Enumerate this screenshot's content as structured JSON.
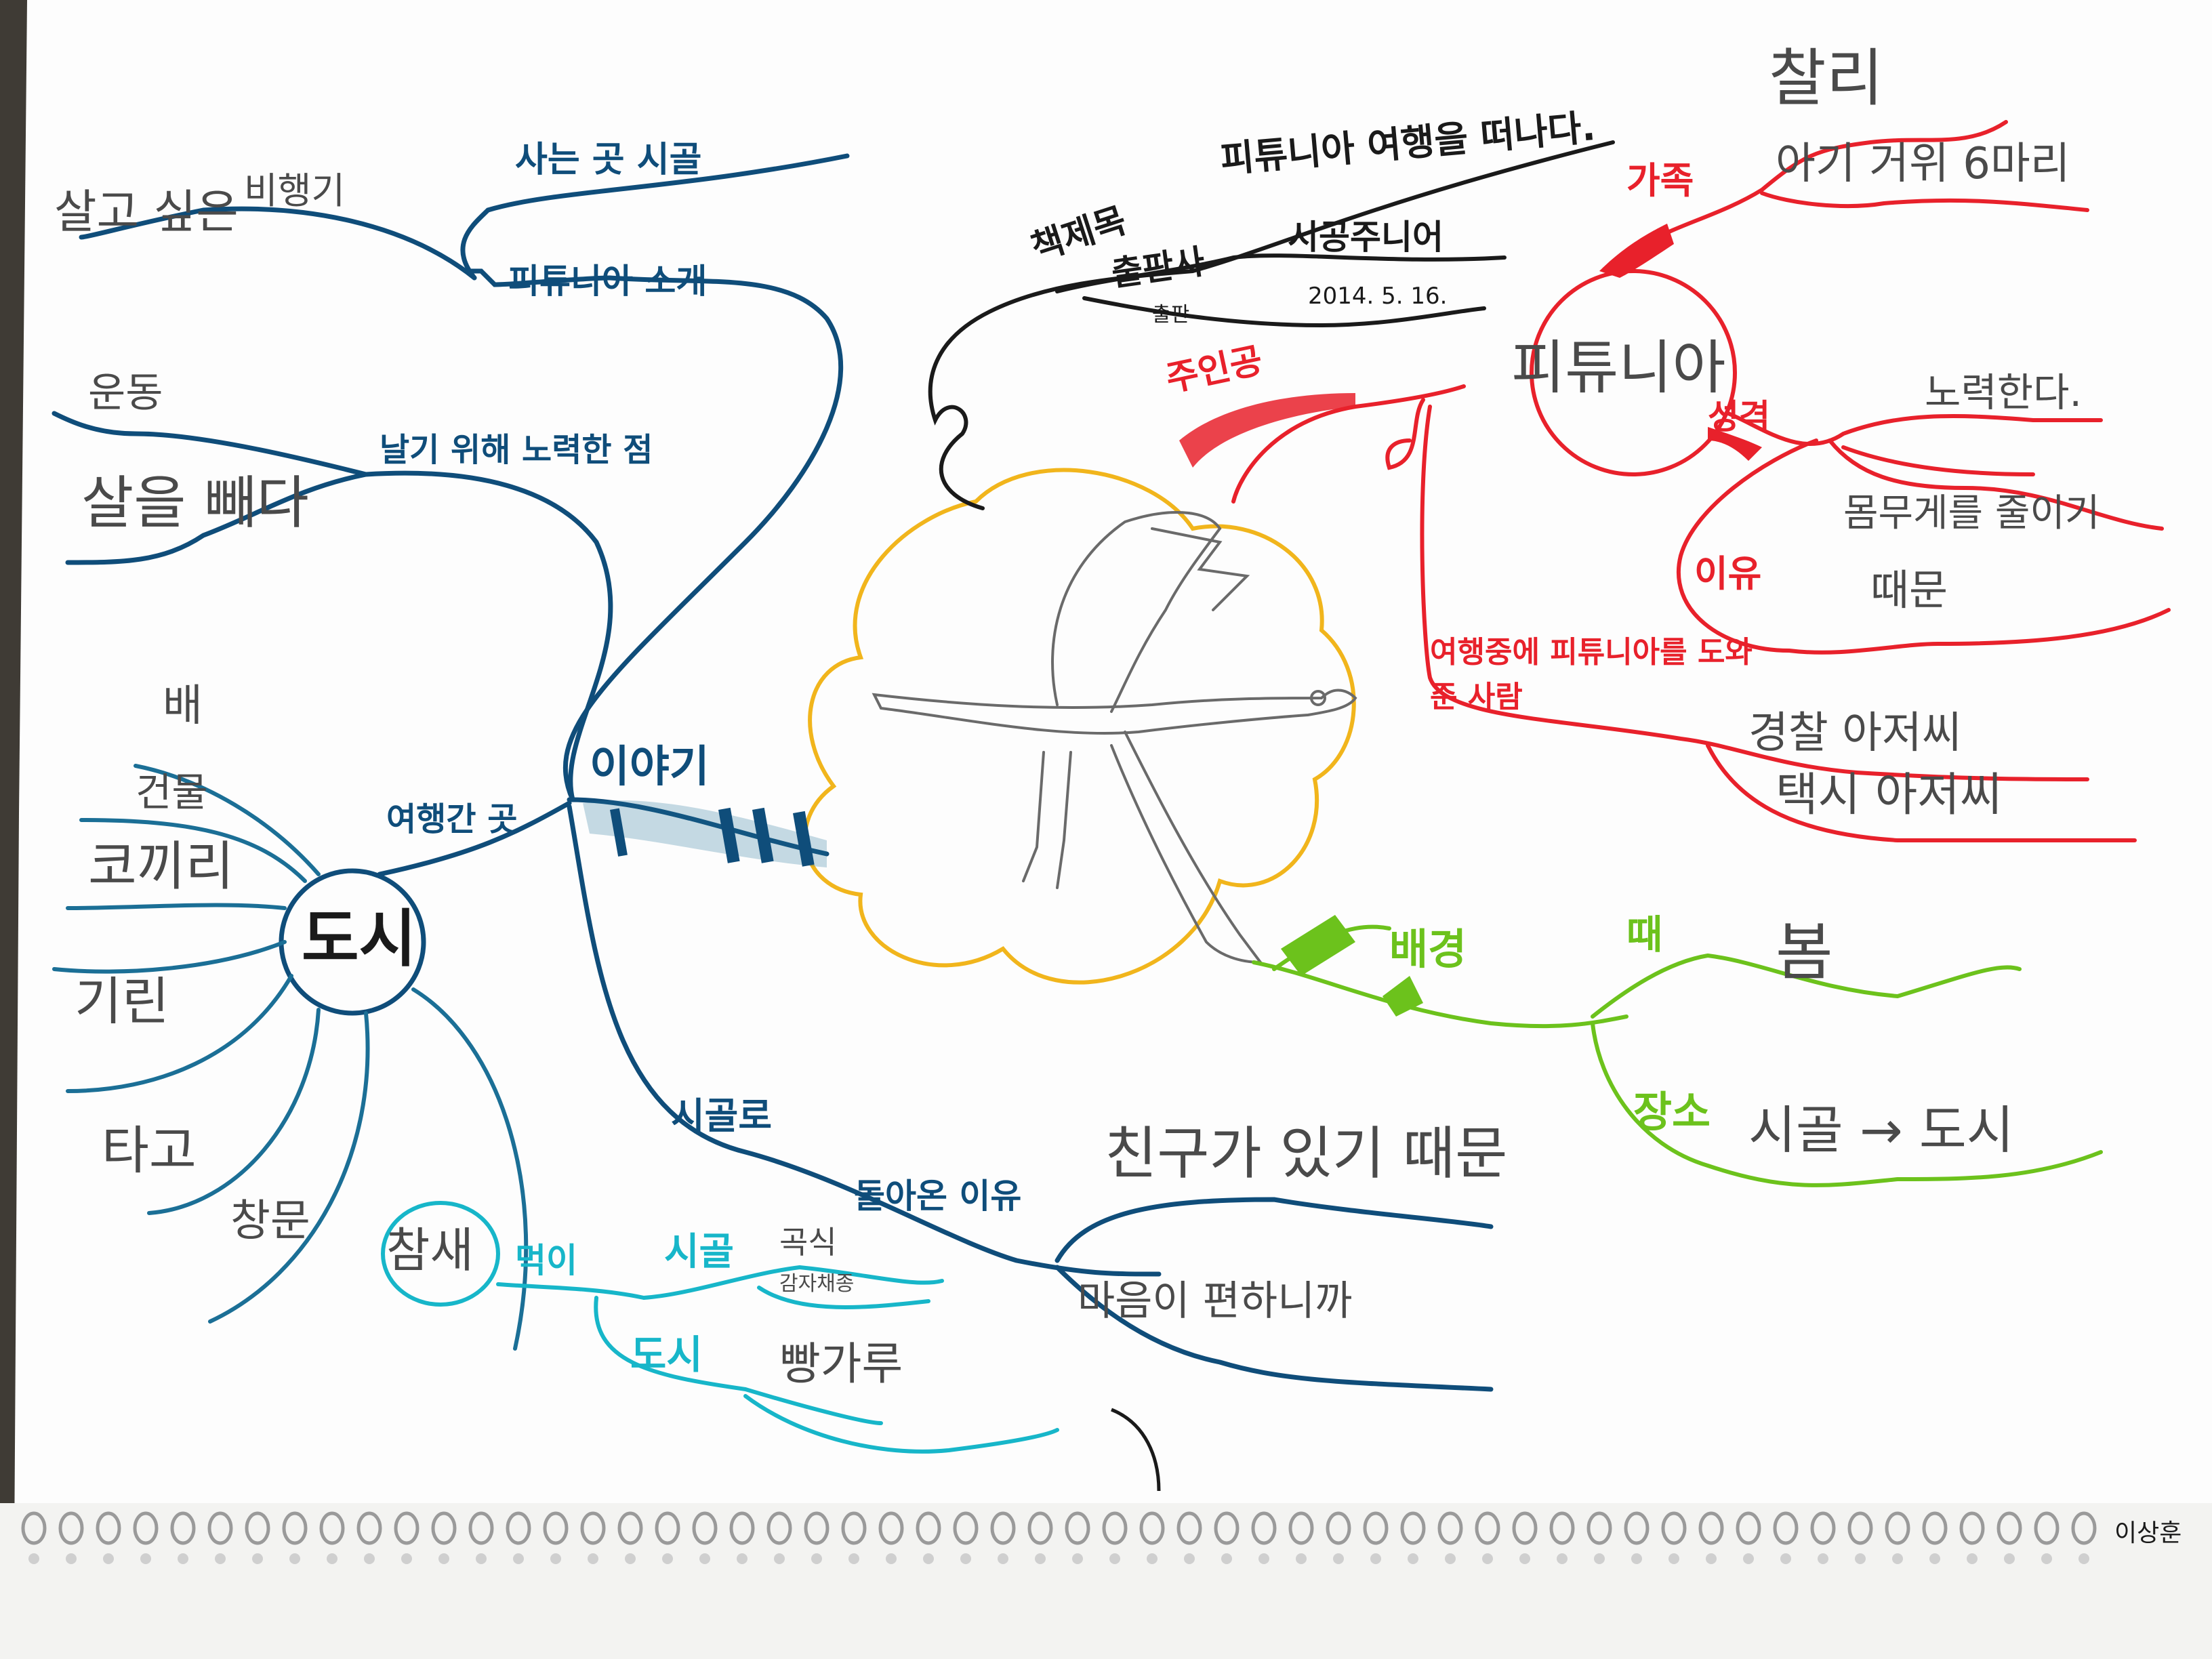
{
  "colors": {
    "paper": "#fdfdfd",
    "background": "#3f3b35",
    "blue": "#0f4d7a",
    "teal_blue": "#1b6f96",
    "gray_pencil": "#4a4a4a",
    "red": "#e8212b",
    "green": "#6cc21c",
    "cyan": "#17b6c9",
    "black": "#1a1a1a",
    "yellow_cloud": "#f1b51c"
  },
  "center": {
    "image": "flying-goose-drawing"
  },
  "branches": {
    "story": {
      "label": "이야기",
      "intro": {
        "label": "피튜니아 소개",
        "wish": "사는 곳 시골",
        "leaf_1": "살고 싶은",
        "leaf_2": "비행기"
      },
      "effort": {
        "label": "날기 위해 노력한 점",
        "leaf_1": "운동",
        "leaf_2": "살을 빼다"
      },
      "travel": {
        "label": "여행간 곳",
        "hub": "도시",
        "leaves": [
          "배",
          "건물",
          "코끼리",
          "기린",
          "타고",
          "창문"
        ]
      },
      "return": {
        "label": "시골로",
        "reason": "돌아온 이유",
        "reason_1": "친구가 있기 때문",
        "reason_2": "마음이 편하니까"
      }
    },
    "food": {
      "hub": "참새",
      "label": "먹이",
      "country": "시골",
      "country_1": "곡식",
      "country_2": "감자채종",
      "city": "도시",
      "city_1": "빵가루"
    },
    "book": {
      "title_label": "책제목",
      "title": "피튜니아 여행을 떠나다.",
      "publisher_label": "출판사",
      "publisher": "시공주니어",
      "date_label": "출판",
      "date": "2014. 5. 16."
    },
    "protagonist": {
      "label": "주인공",
      "hub": "피튜니아",
      "family": {
        "label": "가족",
        "leaf_1": "찰리",
        "leaf_2": "아기 거위 6마리"
      },
      "personality": {
        "label": "성격",
        "leaf": "노력한다."
      },
      "reason": {
        "label": "이유",
        "leaf_1": "몸무게를 줄이기",
        "leaf_2": "때문"
      },
      "helpers": {
        "label": "여행중에 피튜니아를 도와준 사람",
        "leaf_1": "경찰 아저씨",
        "leaf_2": "택시 아저씨"
      }
    },
    "setting": {
      "label": "배경",
      "time_label": "때",
      "time": "봄",
      "place_label": "장소",
      "place": "시골 → 도시"
    }
  },
  "signature": "이상훈"
}
